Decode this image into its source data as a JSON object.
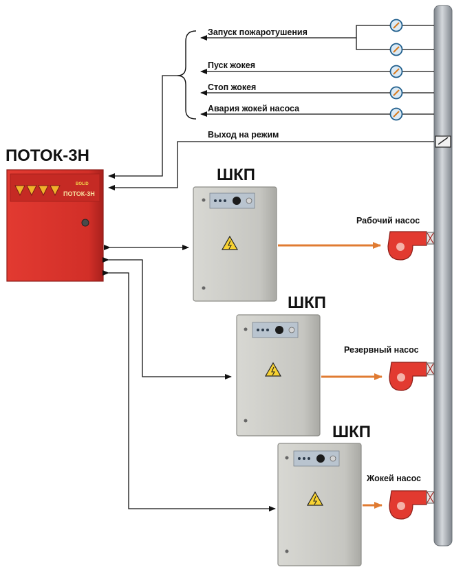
{
  "controller": {
    "title": "ПОТОК-3Н",
    "panel_brand": "BOLID",
    "panel_model": "ПОТОК-3Н"
  },
  "signals": {
    "fire_start": "Запуск пожаротушения",
    "jockey_start": "Пуск жокея",
    "jockey_stop": "Стоп жокея",
    "jockey_fault": "Авария жокей насоса",
    "mode_output": "Выход на режим"
  },
  "cabinets": [
    {
      "title": "ШКП",
      "pump": "Рабочий насос"
    },
    {
      "title": "ШКП",
      "pump": "Резервный насос"
    },
    {
      "title": "ШКП",
      "pump": "Жокей насос"
    }
  ],
  "colors": {
    "controller_red": "#d9312b",
    "cabinet_gray": "#c9c9c4",
    "pump_red": "#e23a30",
    "power_line": "#e07b32",
    "pipe": "#a8adb3"
  }
}
